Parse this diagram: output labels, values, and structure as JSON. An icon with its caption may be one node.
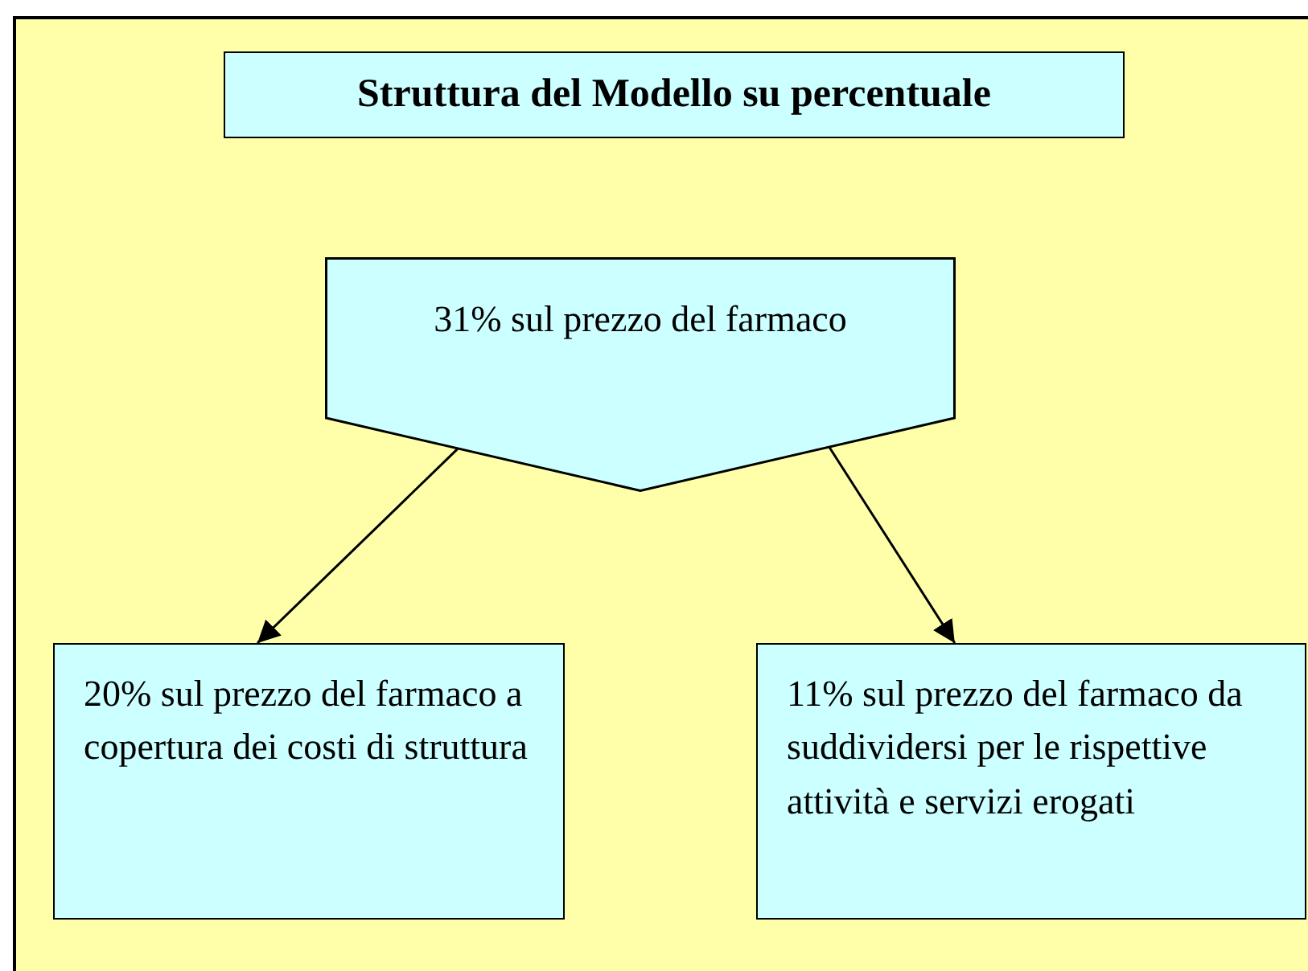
{
  "diagram": {
    "title": "Struttura del Modello su percentuale",
    "nodes": [
      {
        "text": [
          "31% sul prezzo del farmaco"
        ]
      },
      {
        "text": [
          "20% sul prezzo del farmaco a copertura dei costi di struttura"
        ]
      },
      {
        "text": [
          "11% sul prezzo del farmaco da suddividersi per le rispettive attività e servizi erogati"
        ]
      }
    ],
    "edges": [
      {
        "from": 0,
        "to": 1,
        "arrow": "to"
      },
      {
        "from": 0,
        "to": 2,
        "arrow": "to"
      }
    ]
  }
}
